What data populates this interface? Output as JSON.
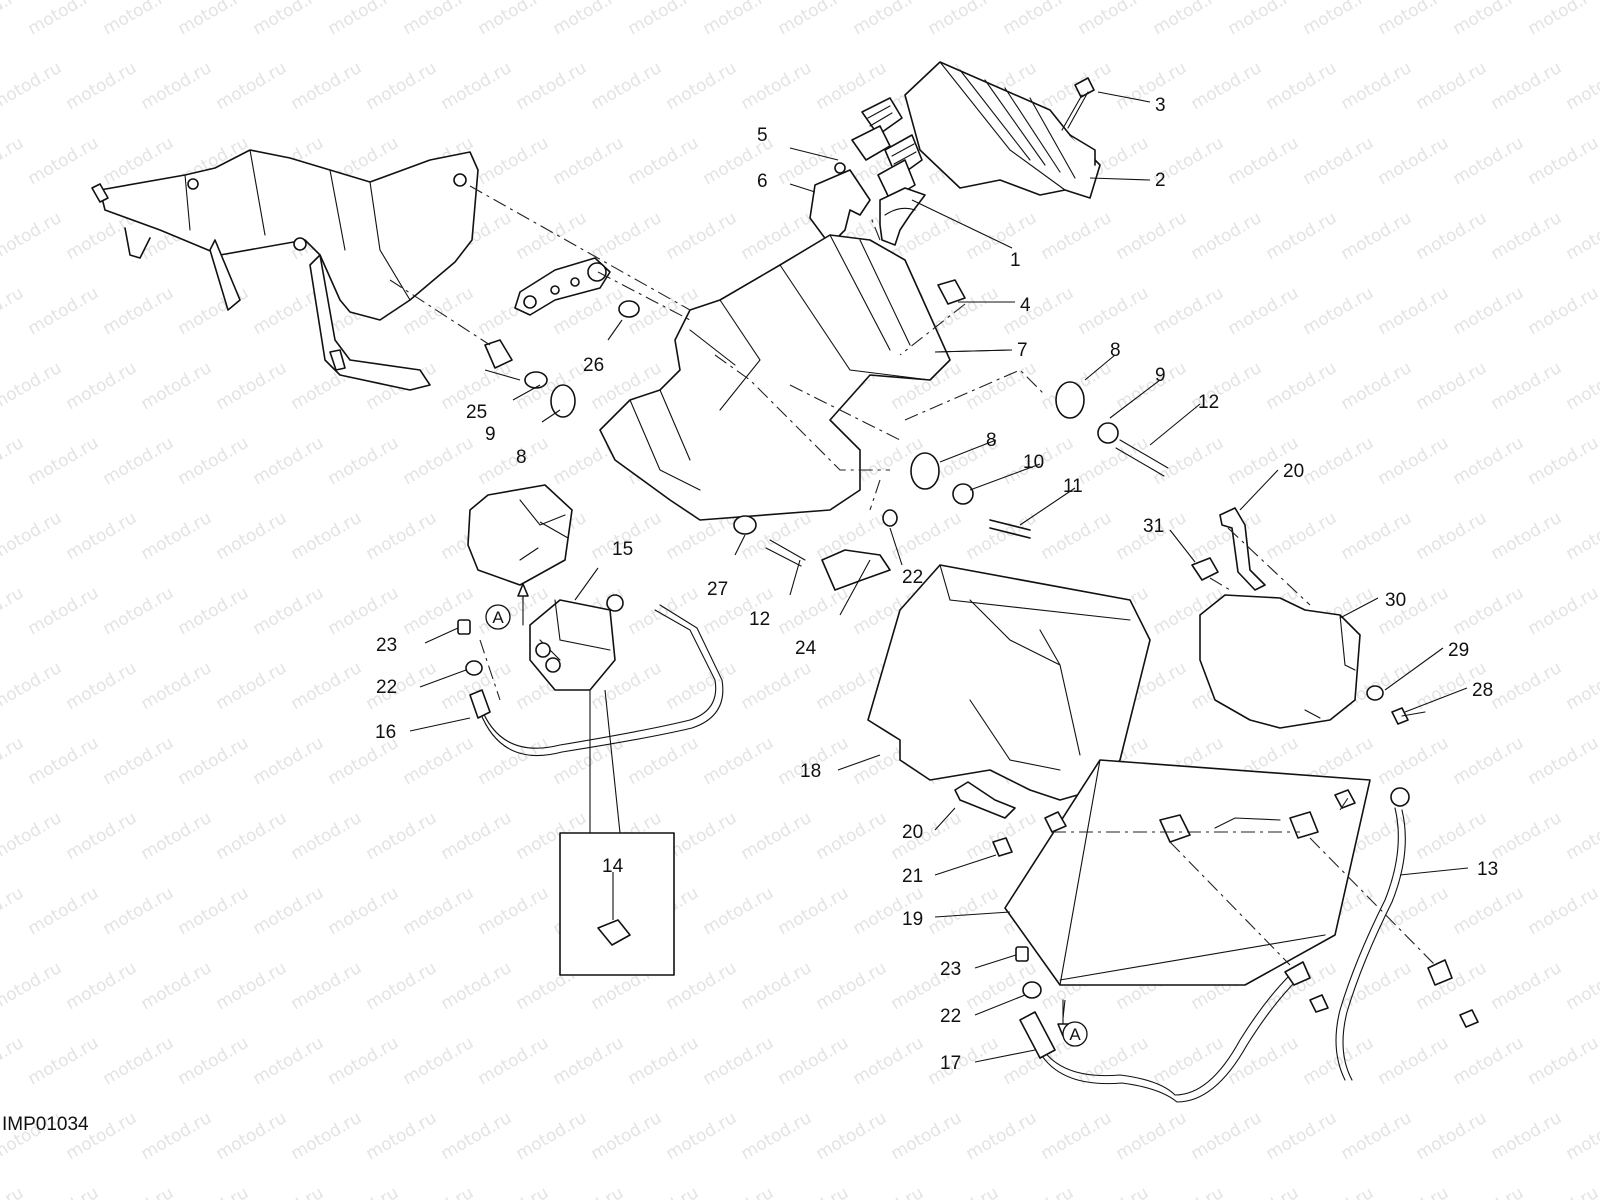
{
  "watermark": "motod.ru",
  "drawing_code": "IMP01034",
  "circle_label": "A",
  "callouts": [
    "1",
    "2",
    "3",
    "4",
    "5",
    "6",
    "7",
    "8",
    "9",
    "10",
    "11",
    "12",
    "13",
    "14",
    "15",
    "16",
    "17",
    "18",
    "19",
    "20",
    "21",
    "22",
    "23",
    "24",
    "25",
    "26",
    "27",
    "28",
    "29",
    "30",
    "31"
  ]
}
